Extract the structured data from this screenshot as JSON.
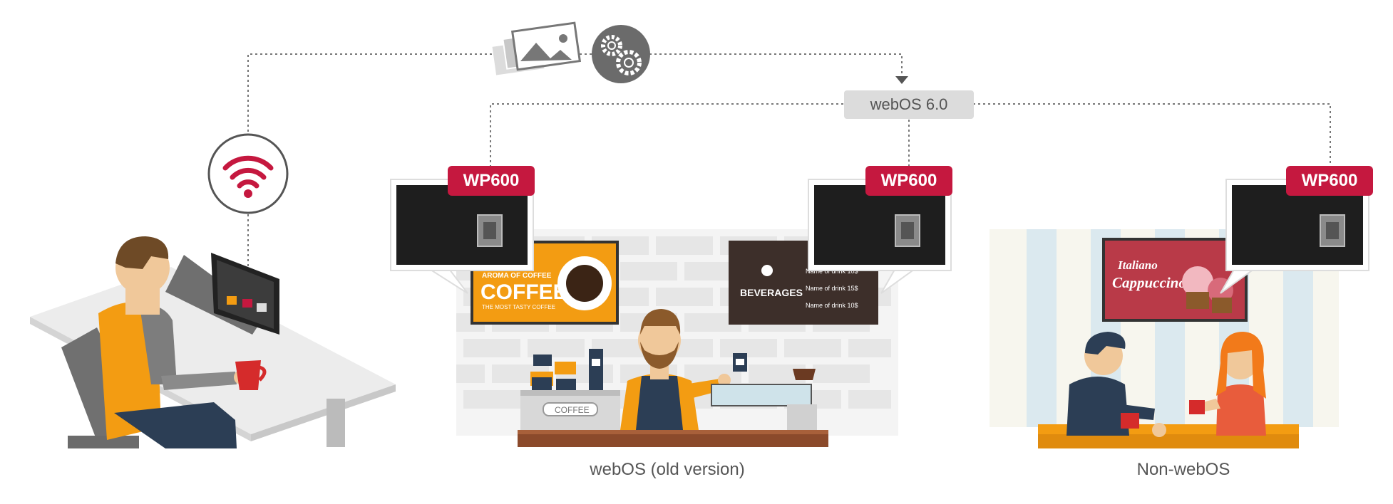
{
  "server": {
    "label": "webOS 6.0"
  },
  "devices": [
    {
      "model": "WP600"
    },
    {
      "model": "WP600"
    },
    {
      "model": "WP600"
    }
  ],
  "scenes": {
    "old": {
      "caption": "webOS (old version)"
    },
    "non": {
      "caption": "Non-webOS"
    }
  },
  "signs": {
    "coffee": {
      "small": "AROMA OF COFFEE",
      "big": "COFFEE",
      "sub": "THE MOST TASTY COFFEE"
    },
    "beverages": {
      "title": "BEVERAGES",
      "rows": [
        "Name of drink 10$",
        "Name of drink 15$",
        "Name of drink 10$"
      ]
    },
    "cappuccino": {
      "line1": "Italiano",
      "line2": "Cappuccino"
    },
    "machine": {
      "label": "COFFEE"
    }
  },
  "colors": {
    "accent": "#c5183f",
    "orange": "#f39c12",
    "dark": "#1d1d1d",
    "gray": "#6b6b6b"
  }
}
